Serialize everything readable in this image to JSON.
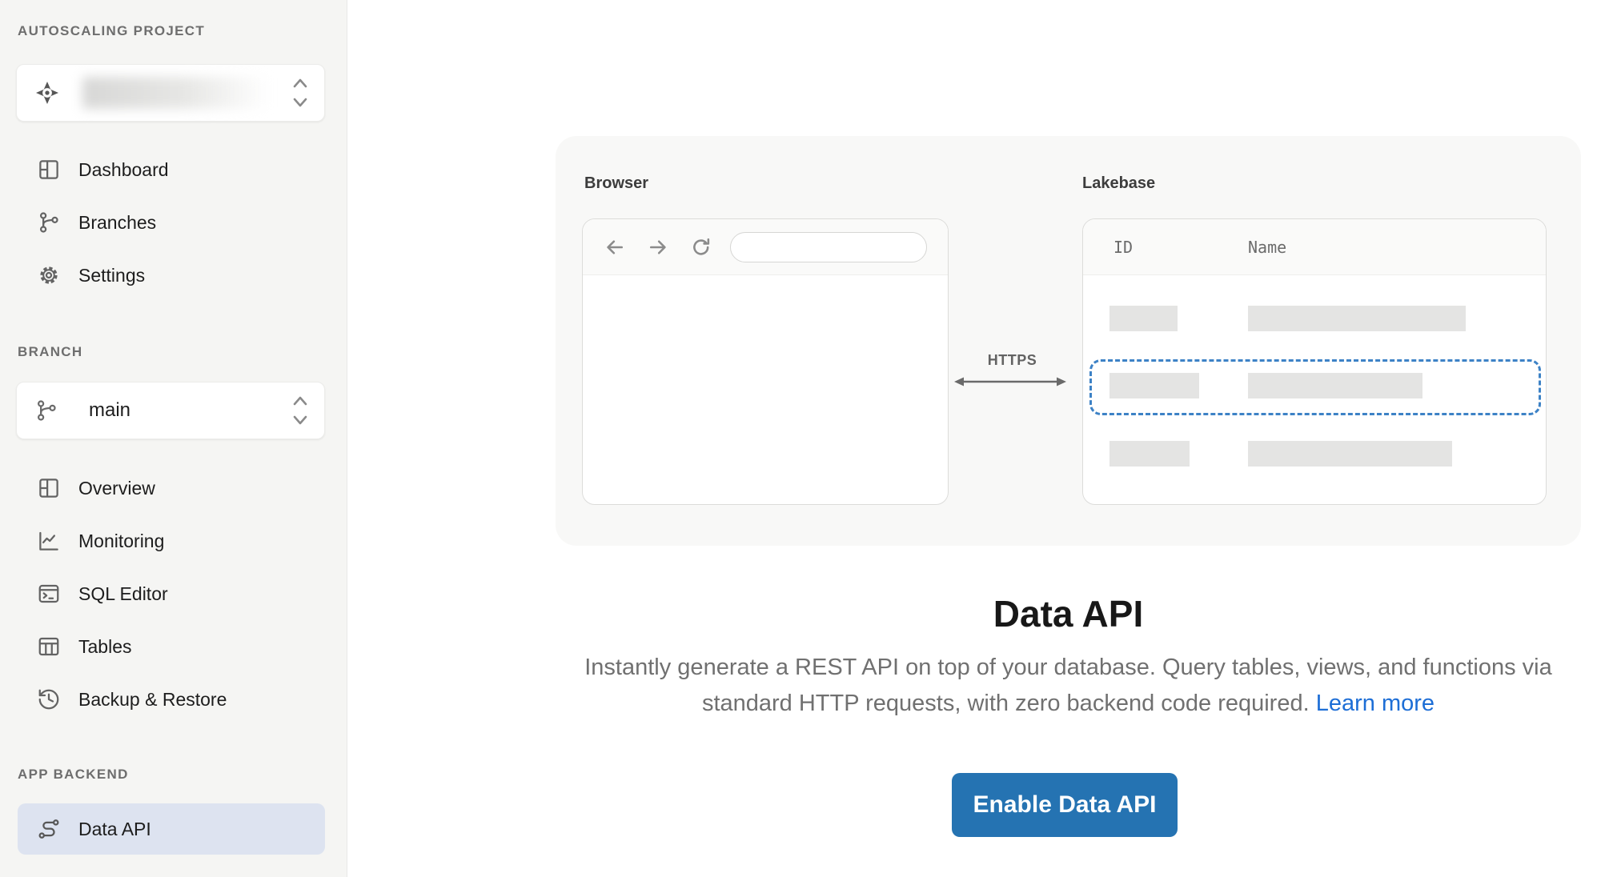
{
  "sidebar": {
    "project_section_label": "AUTOSCALING PROJECT",
    "branch_section_label": "BRANCH",
    "app_section_label": "APP BACKEND",
    "branch_selector_value": "main",
    "project_nav": [
      {
        "label": "Dashboard",
        "icon": "dashboard-icon"
      },
      {
        "label": "Branches",
        "icon": "git-branch-icon"
      },
      {
        "label": "Settings",
        "icon": "gear-icon"
      }
    ],
    "branch_nav": [
      {
        "label": "Overview",
        "icon": "dashboard-icon"
      },
      {
        "label": "Monitoring",
        "icon": "chart-line-icon"
      },
      {
        "label": "SQL Editor",
        "icon": "terminal-window-icon"
      },
      {
        "label": "Tables",
        "icon": "table-icon"
      },
      {
        "label": "Backup & Restore",
        "icon": "history-clock-icon"
      }
    ],
    "app_nav": [
      {
        "label": "Data API",
        "icon": "route-icon",
        "active": true
      }
    ]
  },
  "diagram": {
    "browser_label": "Browser",
    "lakebase_label": "Lakebase",
    "https_label": "HTTPS",
    "table_columns": [
      "ID",
      "Name"
    ]
  },
  "content": {
    "title": "Data API",
    "description_line1": "Instantly generate a REST API on top of your database. Query tables, views, and functions via",
    "description_line2": "standard HTTP requests, with zero backend code required.",
    "learn_more_label": "Learn more",
    "enable_button_label": "Enable Data API"
  },
  "colors": {
    "button_blue": "#2573b2",
    "link_blue": "#1d6ed6",
    "dashed_highlight_blue": "#3d82c6",
    "active_item_bg": "#dde3f0",
    "sidebar_bg": "#f5f5f3",
    "card_bg": "#f8f8f7",
    "placeholder_bar": "#e4e4e3"
  }
}
